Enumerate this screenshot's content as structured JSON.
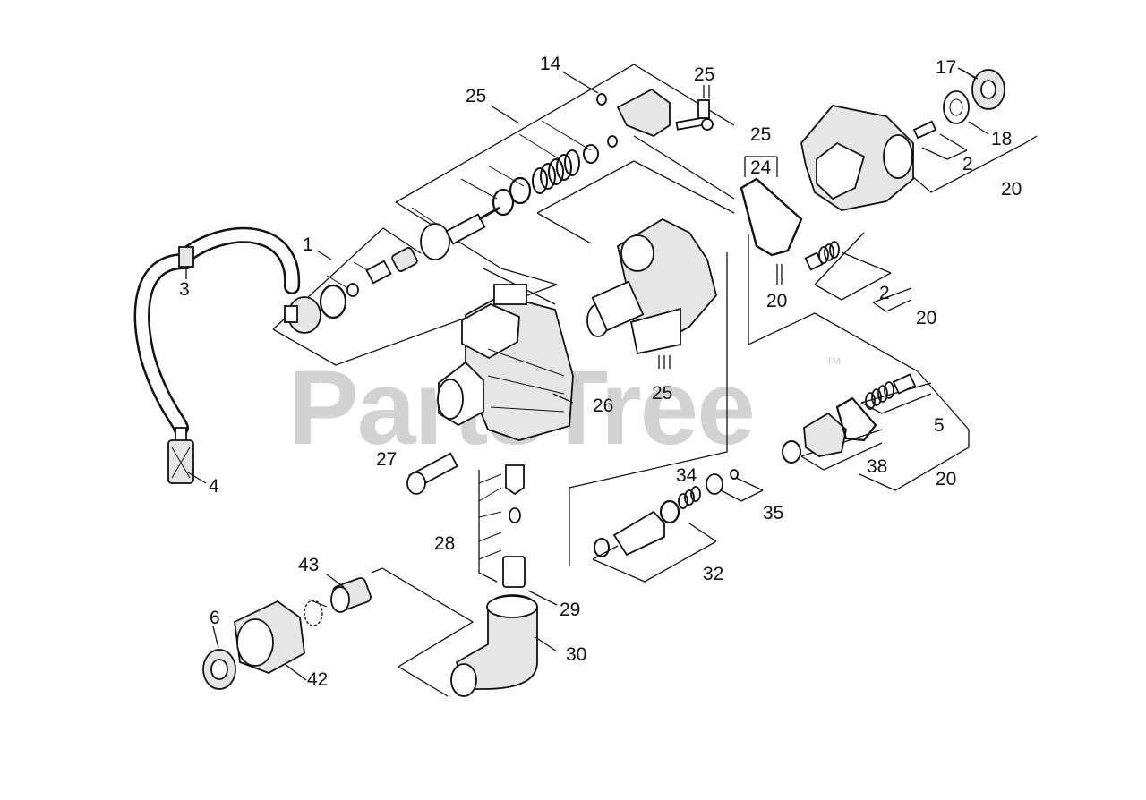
{
  "watermark": {
    "text": "PartsTree",
    "trademark": "™"
  },
  "callouts": [
    {
      "id": "c14",
      "text": "14"
    },
    {
      "id": "c25a",
      "text": "25"
    },
    {
      "id": "c25b",
      "text": "25"
    },
    {
      "id": "c25c",
      "text": "25"
    },
    {
      "id": "c24",
      "text": "24"
    },
    {
      "id": "c17",
      "text": "17"
    },
    {
      "id": "c18",
      "text": "18"
    },
    {
      "id": "c2a",
      "text": "2"
    },
    {
      "id": "c20a",
      "text": "20"
    },
    {
      "id": "c1",
      "text": "1"
    },
    {
      "id": "c3",
      "text": "3"
    },
    {
      "id": "c20b",
      "text": "20"
    },
    {
      "id": "c2b",
      "text": "2"
    },
    {
      "id": "c20c",
      "text": "20"
    },
    {
      "id": "c25d",
      "text": "25"
    },
    {
      "id": "c26",
      "text": "26"
    },
    {
      "id": "c5",
      "text": "5"
    },
    {
      "id": "c38",
      "text": "38"
    },
    {
      "id": "c20d",
      "text": "20"
    },
    {
      "id": "c4",
      "text": "4"
    },
    {
      "id": "c27",
      "text": "27"
    },
    {
      "id": "c34",
      "text": "34"
    },
    {
      "id": "c35",
      "text": "35"
    },
    {
      "id": "c28",
      "text": "28"
    },
    {
      "id": "c32",
      "text": "32"
    },
    {
      "id": "c43",
      "text": "43"
    },
    {
      "id": "c29",
      "text": "29"
    },
    {
      "id": "c6",
      "text": "6"
    },
    {
      "id": "c30",
      "text": "30"
    },
    {
      "id": "c42",
      "text": "42"
    }
  ]
}
